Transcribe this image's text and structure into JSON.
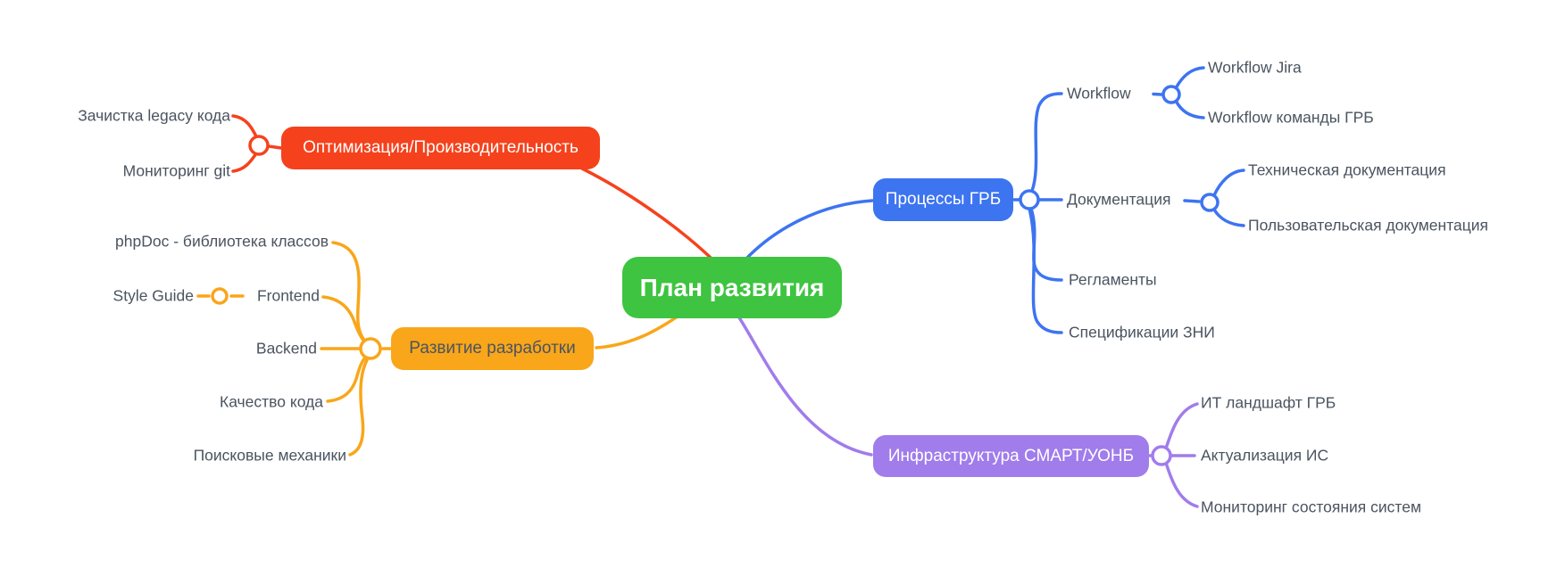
{
  "canvas": {
    "background": "#ffffff",
    "label_text_color": "#4a5460"
  },
  "mindmap": {
    "root": {
      "label": "План развития",
      "color": "#3ec440",
      "text_color": "#ffffff"
    },
    "branches": [
      {
        "label": "Оптимизация/Производительность",
        "color": "#f5421d",
        "text_color": "#ffffff",
        "side": "left",
        "children": [
          {
            "label": "Зачистка legacy кода"
          },
          {
            "label": "Мониторинг git"
          }
        ]
      },
      {
        "label": "Развитие разработки",
        "color": "#f9a61a",
        "text_color": "#4a5460",
        "side": "left",
        "children": [
          {
            "label": "phpDoc - библиотека классов"
          },
          {
            "label": "Frontend",
            "children": [
              {
                "label": "Style Guide"
              }
            ]
          },
          {
            "label": "Backend"
          },
          {
            "label": "Качество кода"
          },
          {
            "label": "Поисковые механики"
          }
        ]
      },
      {
        "label": "Процессы ГРБ",
        "color": "#3d74f0",
        "text_color": "#ffffff",
        "side": "right",
        "children": [
          {
            "label": "Workflow",
            "children": [
              {
                "label": "Workflow Jira"
              },
              {
                "label": "Workflow команды ГРБ"
              }
            ]
          },
          {
            "label": "Документация",
            "children": [
              {
                "label": "Техническая документация"
              },
              {
                "label": "Пользовательская документация"
              }
            ]
          },
          {
            "label": "Регламенты"
          },
          {
            "label": "Спецификации ЗНИ"
          }
        ]
      },
      {
        "label": "Инфраструктура СМАРТ/УОНБ",
        "color": "#a17ceb",
        "text_color": "#ffffff",
        "side": "right",
        "children": [
          {
            "label": "ИТ ландшафт ГРБ"
          },
          {
            "label": "Актуализация ИС"
          },
          {
            "label": "Мониторинг состояния систем"
          }
        ]
      }
    ]
  }
}
